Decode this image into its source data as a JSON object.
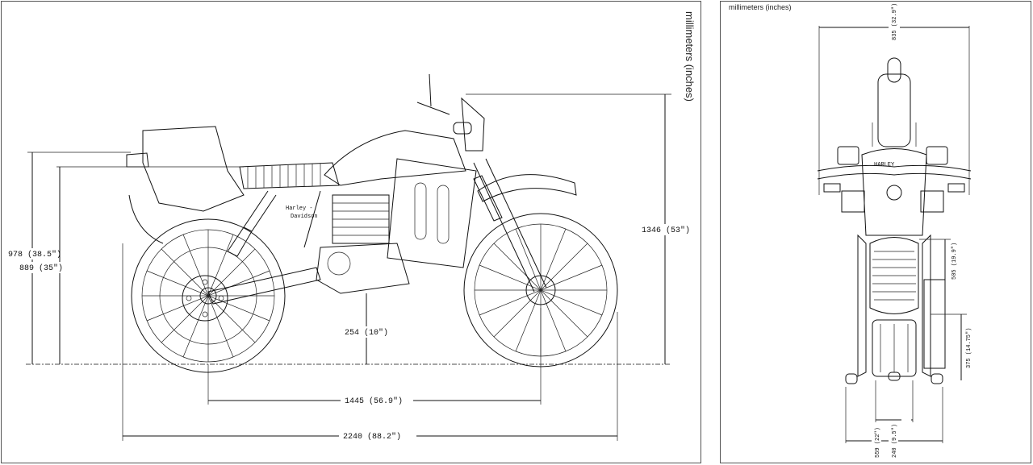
{
  "side_view": {
    "units_label": "millimeters (inches)",
    "logo_line1": "Harley -",
    "logo_line2": "Davidson",
    "dimensions": {
      "overall_height": "1346 (53\")",
      "seat_height": "978 (38.5\")",
      "lower_seat_height": "889 (35\")",
      "ground_clearance": "254 (10\")",
      "wheelbase": "1445 (56.9\")",
      "overall_length": "2240 (88.2\")"
    }
  },
  "top_view": {
    "units_label": "millimeters (inches)",
    "logo": "HARLEY",
    "dimensions": {
      "handlebar_width": "835 (32.9\")",
      "seat_width": "505 (19.9\")",
      "rack_length": "375 (14.75\")",
      "width_a": "240 (9.5\")",
      "width_b": "559 (22\")"
    }
  }
}
